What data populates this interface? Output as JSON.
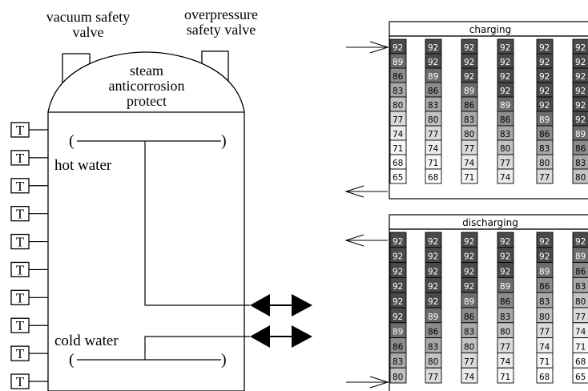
{
  "tank": {
    "vacuum_valve_label": [
      "vacuum safety",
      "valve"
    ],
    "overpressure_valve_label": [
      "overpressure",
      "safety valve"
    ],
    "dome_label": [
      "steam",
      "anticorrosion",
      "protect"
    ],
    "hot_water_label": "hot water",
    "cold_water_label": "cold water",
    "sensor_label": "T",
    "sensor_count": 10
  },
  "charging": {
    "title": "charging",
    "flow_direction": "top inlet, bottom outlet",
    "columns": [
      [
        92,
        89,
        86,
        83,
        80,
        77,
        74,
        71,
        68,
        65
      ],
      [
        92,
        92,
        89,
        86,
        83,
        80,
        77,
        74,
        71,
        68
      ],
      [
        92,
        92,
        92,
        89,
        86,
        83,
        80,
        77,
        74,
        71
      ],
      [
        92,
        92,
        92,
        92,
        89,
        86,
        83,
        80,
        77,
        74
      ],
      [
        92,
        92,
        92,
        92,
        92,
        89,
        86,
        83,
        80,
        77
      ],
      [
        92,
        92,
        92,
        92,
        92,
        92,
        89,
        86,
        83,
        80
      ]
    ]
  },
  "discharging": {
    "title": "discharging",
    "flow_direction": "bottom inlet, top outlet",
    "columns": [
      [
        92,
        92,
        92,
        92,
        92,
        92,
        89,
        86,
        83,
        80
      ],
      [
        92,
        92,
        92,
        92,
        92,
        89,
        86,
        83,
        80,
        77
      ],
      [
        92,
        92,
        92,
        92,
        89,
        86,
        83,
        80,
        77,
        74
      ],
      [
        92,
        92,
        92,
        89,
        86,
        83,
        80,
        77,
        74,
        71
      ],
      [
        92,
        92,
        89,
        86,
        83,
        80,
        77,
        74,
        71,
        68
      ],
      [
        92,
        89,
        86,
        83,
        80,
        77,
        74,
        71,
        68,
        65
      ]
    ]
  },
  "shade_colors": {
    "92": "#4a4a4a",
    "89": "#6c6c6c",
    "86": "#8c8c8c",
    "83": "#a8a8a8",
    "80": "#c2c2c2",
    "77": "#dadada",
    "74": "#ececec",
    "71": "#f7f7f7",
    "68": "#ffffff",
    "65": "#ffffff"
  }
}
